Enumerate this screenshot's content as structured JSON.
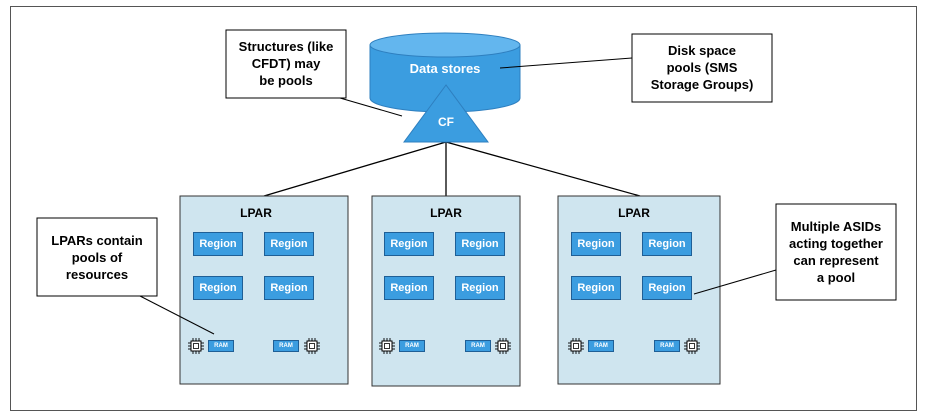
{
  "datastore": {
    "label": "Data stores"
  },
  "cf": {
    "label": "CF"
  },
  "callouts": {
    "structures": [
      "Structures (like",
      "CFDT) may",
      "be pools"
    ],
    "disk": [
      "Disk space",
      "pools (SMS",
      "Storage Groups)"
    ],
    "lpars": [
      "LPARs contain",
      "pools of",
      "resources"
    ],
    "asids": [
      "Multiple ASIDs",
      "acting together",
      "can represent",
      "a pool"
    ]
  },
  "lpar_label": "LPAR",
  "region_label": "Region",
  "ram_label": "RAM",
  "colors": {
    "accent": "#3b9de0",
    "lpar_fill": "#cfe5ef",
    "dark_blue": "#1f5f96"
  }
}
